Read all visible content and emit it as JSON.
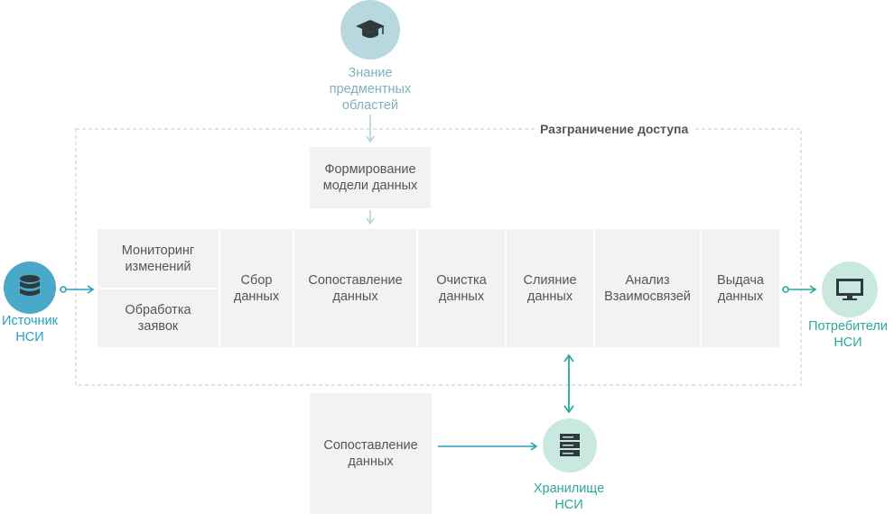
{
  "knowledge": {
    "label": "Знание\nпредментных\nобластей",
    "icon": "graduation-cap-icon"
  },
  "access_control": {
    "title": "Разграничение доступа"
  },
  "model_box": {
    "label": "Формирование\nмодели данных"
  },
  "pipeline": {
    "monitoring": "Мониторинг\nизменений",
    "requests": "Обработка\nзаявок",
    "collection": "Сбор\nданных",
    "matching": "Сопоставление\nданных",
    "cleaning": "Очистка\nданных",
    "merge": "Слияние\nданных",
    "analysis": "Анализ\nВзаимосвязей",
    "output": "Выдача\nданных"
  },
  "source": {
    "label": "Источник\nНСИ",
    "icon": "database-icon"
  },
  "consumers": {
    "label": "Потребители\nНСИ",
    "icon": "monitor-icon"
  },
  "storage": {
    "label": "Хранилище\nНСИ",
    "icon": "server-icon"
  },
  "bottom_box": {
    "label": "Сопоставление\nданных"
  },
  "colors": {
    "source_circle": "#4aa8c8",
    "knowledge_circle": "#b8d8e0",
    "consumers_circle": "#c9e8e0",
    "storage_circle": "#c9e8e0",
    "dark_icon": "#2f3a3e",
    "arrow_teal": "#2a9fbf"
  }
}
